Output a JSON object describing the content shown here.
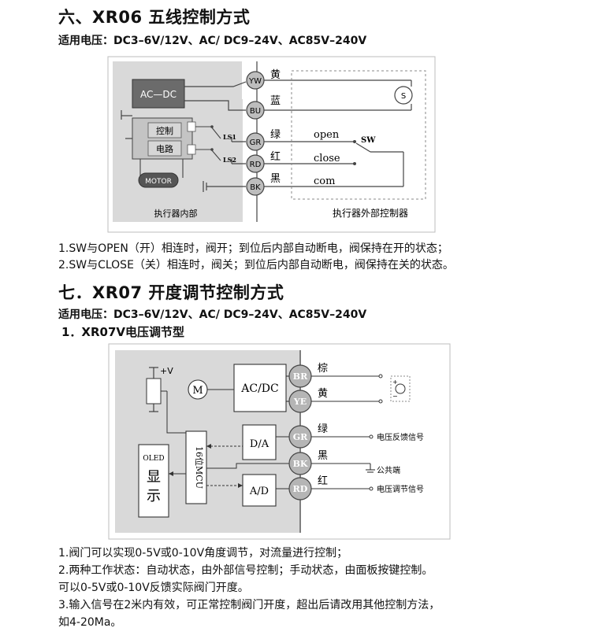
{
  "section6": {
    "title": "六、XR06 五线控制方式",
    "voltage": "适用电压：DC3–6V/12V、AC/ DC9–24V、AC85V–240V",
    "diagram": {
      "acdc": "AC—DC",
      "control_line1": "控制",
      "control_line2": "电路",
      "motor": "MOTOR",
      "ls1": "LS1",
      "ls2": "LS2",
      "terminals": [
        {
          "code": "YW",
          "color_cn": "黄"
        },
        {
          "code": "BU",
          "color_cn": "蓝"
        },
        {
          "code": "GR",
          "color_cn": "绿"
        },
        {
          "code": "RD",
          "color_cn": "红"
        },
        {
          "code": "BK",
          "color_cn": "黑"
        }
      ],
      "open": "open",
      "close": "close",
      "com": "com",
      "sw": "SW",
      "source": "S",
      "inside_label": "执行器内部",
      "outside_label": "执行器外部控制器"
    },
    "notes": [
      "1.SW与OPEN（开）相连时，阀开；到位后内部自动断电，阀保持在开的状态；",
      "2.SW与CLOSE（关）相连时，阀关；到位后内部自动断电，阀保持在关的状态。"
    ]
  },
  "section7": {
    "title": "七．XR07 开度调节控制方式",
    "voltage": "适用电压：DC3–6V/12V、AC/ DC9–24V、AC85V–240V",
    "subtitle": "1．XR07V电压调节型",
    "diagram": {
      "plus_v": "+V",
      "motor": "M",
      "acdc": "AC/DC",
      "da": "D/A",
      "ad": "A/D",
      "mcu": "16位MCU",
      "oled": "OLED",
      "display_line1": "显",
      "display_line2": "示",
      "terminals": [
        {
          "code": "BR",
          "color_cn": "棕",
          "desc": ""
        },
        {
          "code": "YE",
          "color_cn": "黄",
          "desc": ""
        },
        {
          "code": "GR",
          "color_cn": "绿",
          "desc": "电压反馈信号"
        },
        {
          "code": "BK",
          "color_cn": "黑",
          "desc": "公共端"
        },
        {
          "code": "RD",
          "color_cn": "红",
          "desc": "电压调节信号"
        }
      ],
      "plus": "+",
      "minus": "−"
    },
    "notes": [
      "1.阀门可以实现0-5V或0-10V角度调节，对流量进行控制；",
      "2.两种工作状态：自动状态，由外部信号控制；手动状态，由面板按键控制。",
      "  可以0-5V或0-10V反馈实际阀门开度。",
      "3.输入信号在2米内有效，可正常控制阀门开度，超出后请改用其他控制方法，",
      "  如4-20Ma。"
    ]
  }
}
